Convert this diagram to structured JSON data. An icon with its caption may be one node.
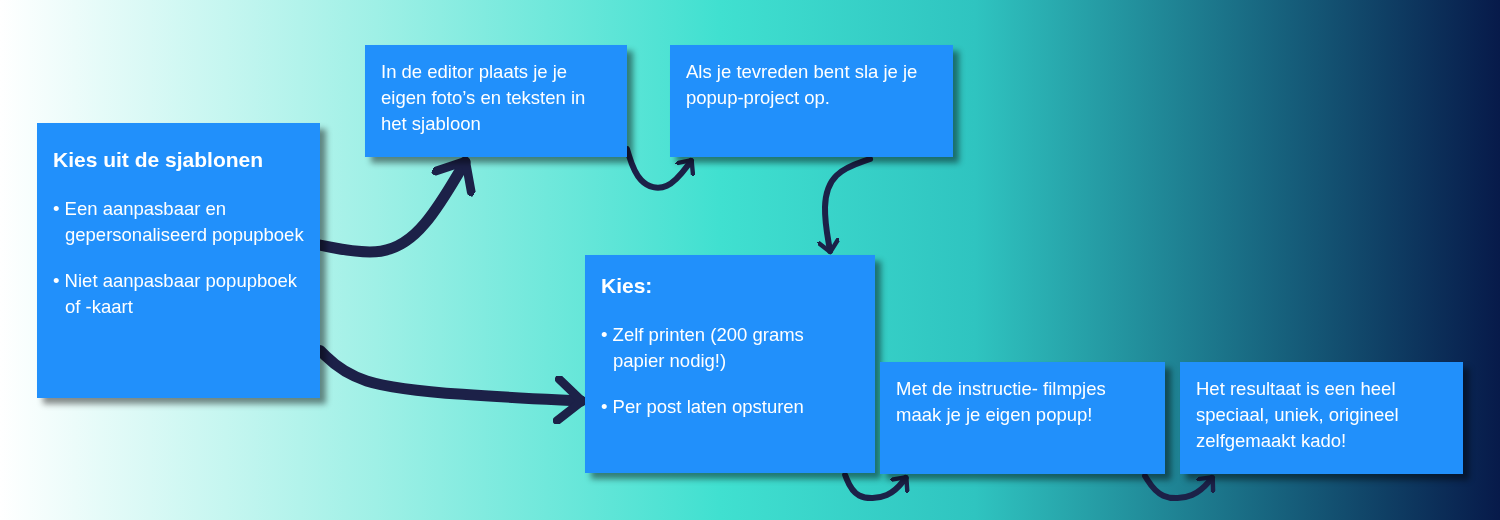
{
  "diagram": {
    "nodes": [
      {
        "text": [
          "Kies uit de sjablonen",
          "• Een aanpasbaar en gepersonaliseerd popupboek",
          "• Niet aanpasbaar popupboek of -kaart"
        ]
      },
      {
        "text": [
          "In de editor plaats je je eigen foto’s en teksten in het sjabloon"
        ]
      },
      {
        "text": [
          "Als je tevreden bent sla je je popup-project op."
        ]
      },
      {
        "text": [
          "Kies:",
          "• Zelf printen (200 grams papier nodig!)",
          "• Per post laten opsturen"
        ]
      },
      {
        "text": [
          "Met de instructie- filmpjes maak je je eigen popup!"
        ]
      },
      {
        "text": [
          "Het resultaat is een heel speciaal, uniek, origineel zelfgemaakt kado!"
        ]
      }
    ],
    "edges": [
      {
        "from": 0,
        "to": 1,
        "arrow": "to",
        "style": "thick"
      },
      {
        "from": 0,
        "to": 3,
        "arrow": "to",
        "style": "thick"
      },
      {
        "from": 1,
        "to": 2,
        "arrow": "to"
      },
      {
        "from": 2,
        "to": 3,
        "arrow": "to"
      },
      {
        "from": 3,
        "to": 4,
        "arrow": "to"
      },
      {
        "from": 4,
        "to": 5,
        "arrow": "to"
      }
    ]
  }
}
